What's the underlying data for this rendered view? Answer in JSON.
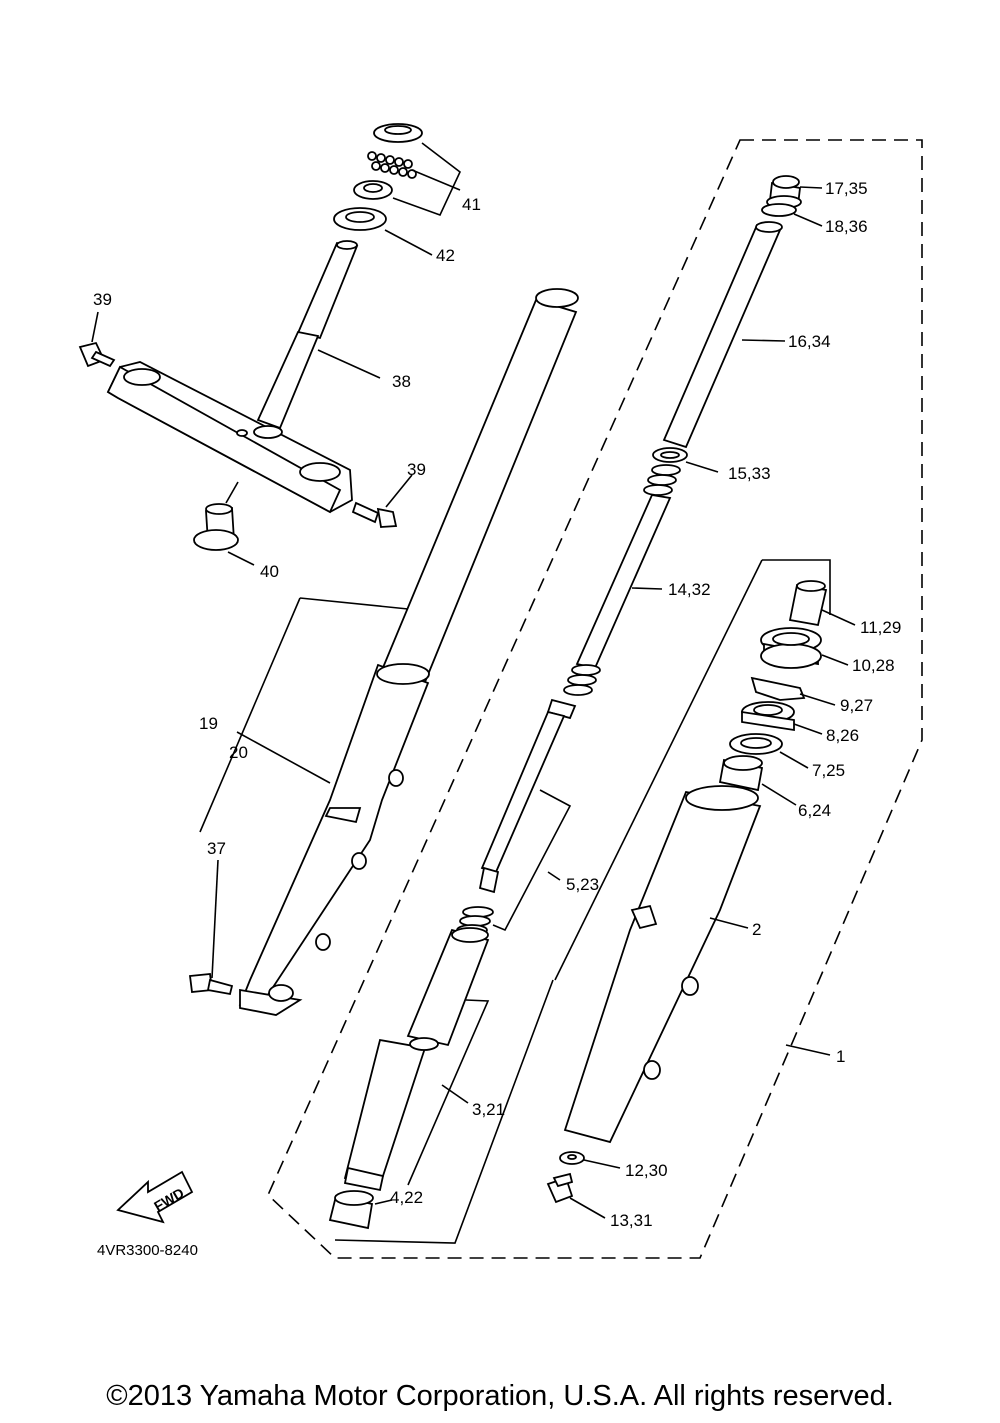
{
  "diagram_code": "4VR3300-8240",
  "fwd_arrow_label": "FWD",
  "copyright": "©2013 Yamaha Motor Corporation, U.S.A. All rights reserved.",
  "callouts": {
    "c1": "1",
    "c2": "2",
    "c3_21": "3,21",
    "c4_22": "4,22",
    "c5_23": "5,23",
    "c6_24": "6,24",
    "c7_25": "7,25",
    "c8_26": "8,26",
    "c9_27": "9,27",
    "c10_28": "10,28",
    "c11_29": "11,29",
    "c12_30": "12,30",
    "c13_31": "13,31",
    "c14_32": "14,32",
    "c15_33": "15,33",
    "c16_34": "16,34",
    "c17_35": "17,35",
    "c18_36": "18,36",
    "c19": "19",
    "c20": "20",
    "c37": "37",
    "c38": "38",
    "c39a": "39",
    "c39b": "39",
    "c40": "40",
    "c41": "41",
    "c42": "42"
  }
}
